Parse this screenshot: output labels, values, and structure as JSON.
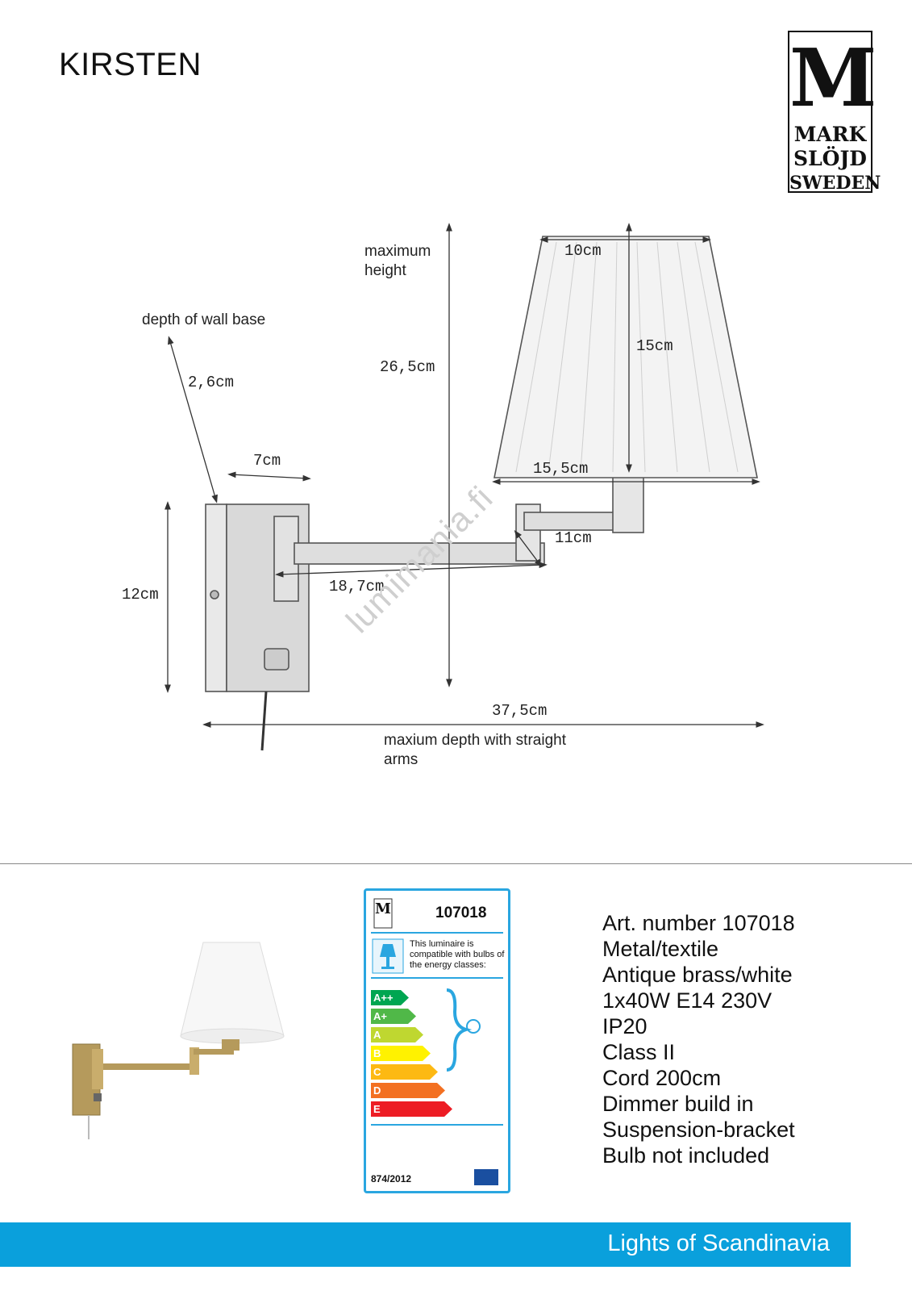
{
  "title": "KIRSTEN",
  "logo": {
    "top_letter": "M",
    "line1": "MARK",
    "line2": "SLÖJD",
    "line3": "SWEDEN"
  },
  "dimensions": {
    "max_height_label": "maximum height",
    "max_height": "26,5cm",
    "wall_base_label": "depth of wall base",
    "wall_base": "2,6cm",
    "base_width": "7cm",
    "base_height": "12cm",
    "arm1": "18,7cm",
    "arm2": "11cm",
    "shade_top": "10cm",
    "shade_height": "15cm",
    "shade_bottom": "15,5cm",
    "total_depth": "37,5cm",
    "total_depth_label": "maxium depth with straight arms"
  },
  "watermark": "lumimania.fi",
  "energy_label": {
    "article": "107018",
    "text": "This luminaire is compatible with bulbs of the energy classes:",
    "classes": [
      {
        "label": "A++",
        "color": "#00a651"
      },
      {
        "label": "A+",
        "color": "#50b848"
      },
      {
        "label": "A",
        "color": "#bfd730"
      },
      {
        "label": "B",
        "color": "#fff200"
      },
      {
        "label": "C",
        "color": "#fdb913"
      },
      {
        "label": "D",
        "color": "#f37021"
      },
      {
        "label": "E",
        "color": "#ed1c24"
      }
    ],
    "regulation": "874/2012"
  },
  "specs": [
    "Art. number 107018",
    "Metal/textile",
    "Antique brass/white",
    "1x40W E14 230V",
    "IP20",
    "Class II",
    "Cord 200cm",
    "Dimmer build in",
    "Suspension-bracket",
    "Bulb not included"
  ],
  "footer": "Lights of Scandinavia",
  "colors": {
    "accent": "#0aa0dc",
    "label_border": "#2aa6e0",
    "brass": "#b59a5c"
  }
}
